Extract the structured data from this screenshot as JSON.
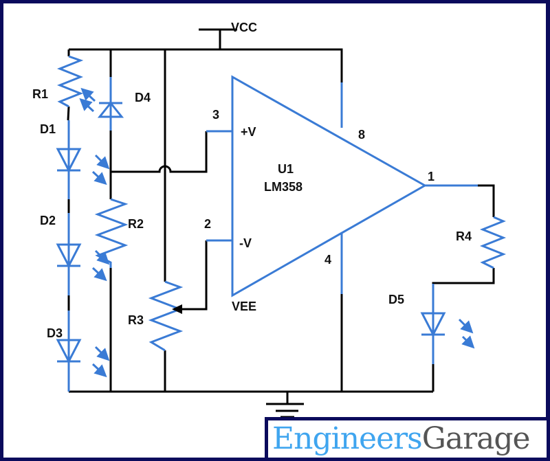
{
  "diagram": {
    "supply_label": "VCC",
    "ground_label": "VEE",
    "opamp": {
      "ref": "U1",
      "part": "LM358",
      "pin_noninv": "3",
      "pin_inv": "2",
      "pin_out": "1",
      "pin_vcc": "8",
      "pin_gnd": "4",
      "in_plus": "+V",
      "in_minus": "-V"
    },
    "components": {
      "r1": "R1",
      "r2": "R2",
      "r3": "R3",
      "r4": "R4",
      "d1": "D1",
      "d2": "D2",
      "d3": "D3",
      "d4": "D4",
      "d5": "D5"
    },
    "colors": {
      "component": "#3a7bd5",
      "wire": "#000000",
      "frame": "#0b0b5c"
    }
  },
  "logo": {
    "part1": "Engineers",
    "part2": "Garage",
    "color1": "#3fa5ef",
    "color2": "#555555"
  }
}
